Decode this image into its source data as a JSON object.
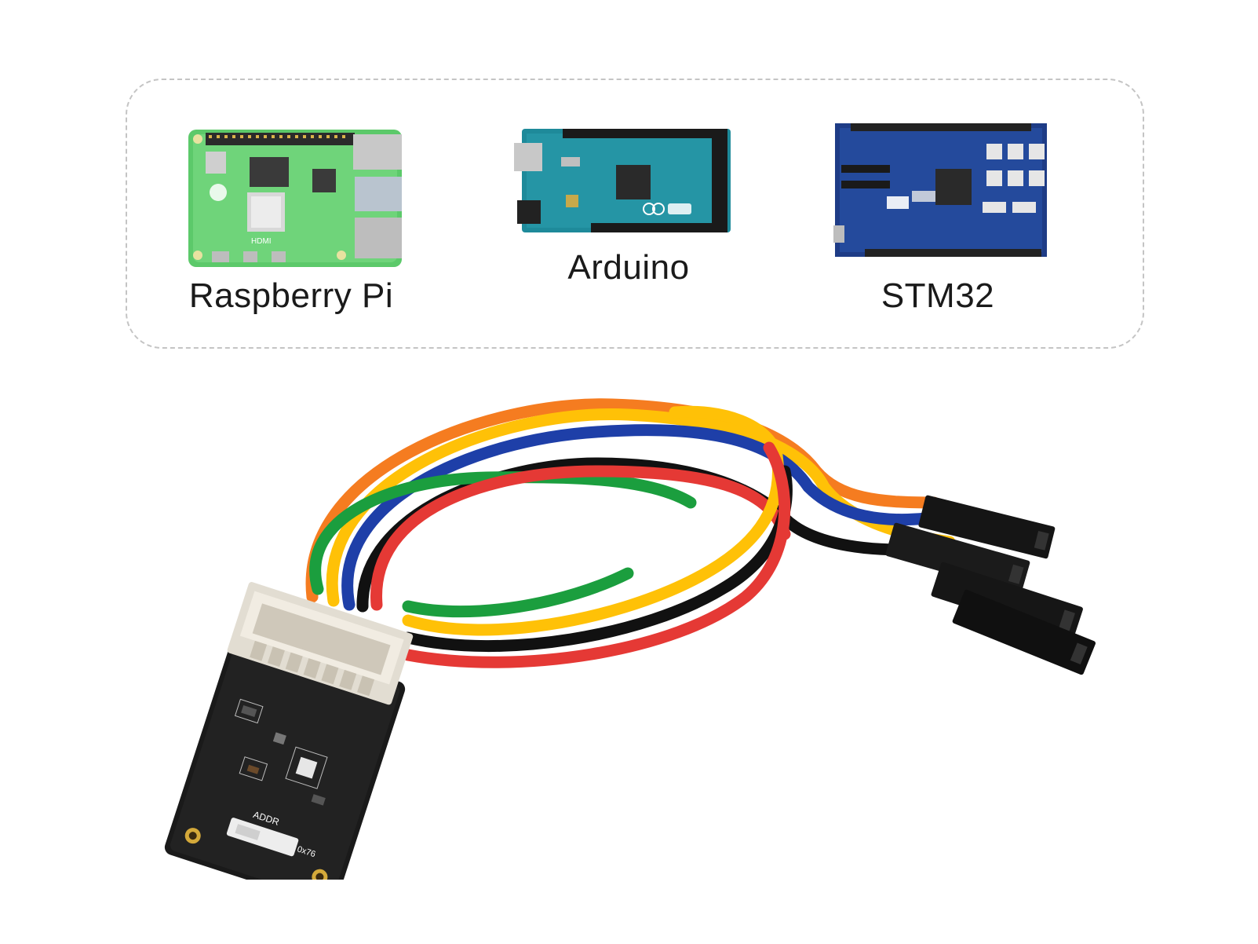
{
  "boards": [
    {
      "label": "Raspberry Pi",
      "icon": "raspberry-pi-board"
    },
    {
      "label": "Arduino",
      "icon": "arduino-mega-board"
    },
    {
      "label": "STM32",
      "icon": "stm32-board"
    }
  ],
  "module": {
    "adapter_label": "ADDR",
    "address_label": "0x76",
    "wire_colors": [
      "#e53935",
      "#ffc107",
      "#1e3fa8",
      "#111111",
      "#1b9e3e",
      "#f57c20"
    ]
  }
}
